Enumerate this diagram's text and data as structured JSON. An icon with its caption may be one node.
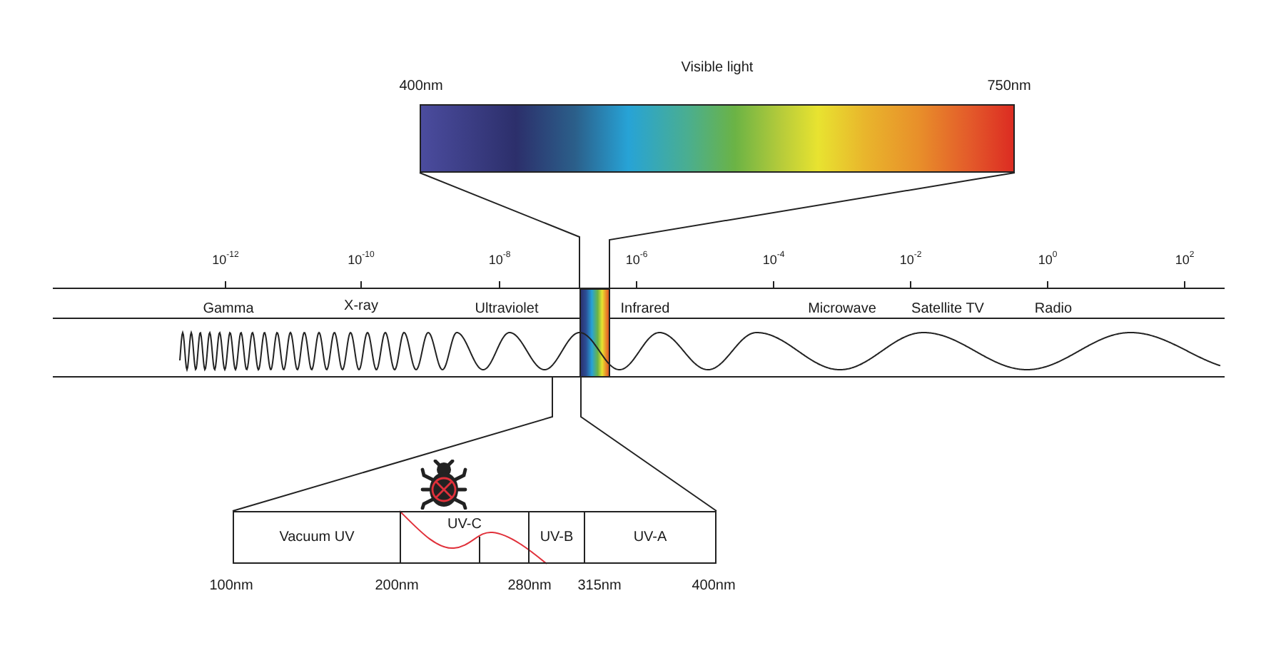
{
  "diagram": {
    "nodes": [
      {
        "text": [
          "Visible light"
        ]
      },
      {
        "text": [
          "Vacuum UV"
        ]
      },
      {
        "text": [
          "UV-C"
        ]
      },
      {
        "text": [
          "UV-B"
        ]
      },
      {
        "text": [
          "UV-A"
        ]
      }
    ],
    "labels": [
      "400nm",
      "750nm",
      "10$^{-12}$",
      "10$^{-10}$",
      "10$^{-8}$",
      "10$^{-6}$",
      "10$^{-4}$",
      "10$^{-2}$",
      "10$^{0}$",
      "10$^{2}$",
      "Gamma",
      "X-ray",
      "Ultraviolet",
      "Infrared",
      "Microwave",
      "Satellite TV",
      "Radio",
      "100nm",
      "200nm",
      "280nm",
      "315nm",
      "400nm"
    ]
  }
}
